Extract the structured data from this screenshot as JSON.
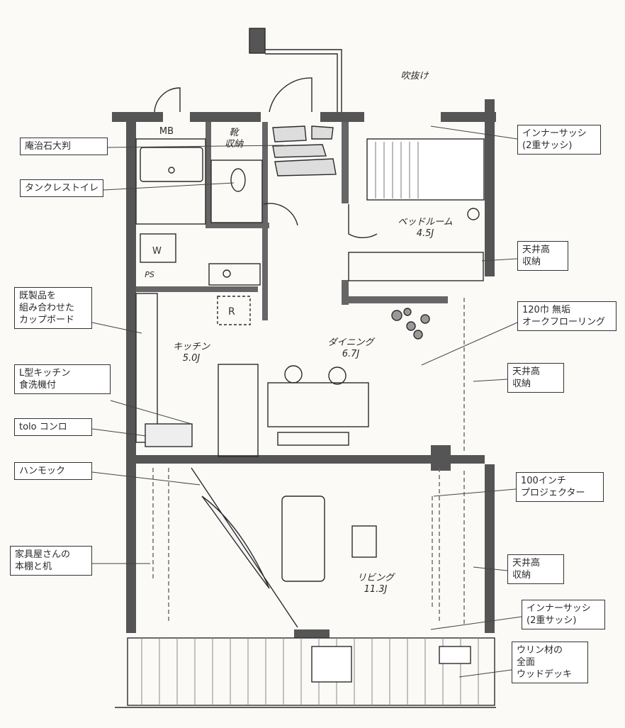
{
  "title": "吹抜け",
  "rooms": {
    "mb": "MB",
    "shoe": "靴\n収納",
    "w": "W",
    "ps": "PS",
    "r": "R",
    "bed": "ベッドルーム\n4.5J",
    "kitchen": "キッチン\n5.0J",
    "dining": "ダイニング\n6.7J",
    "living": "リビング\n11.3J"
  },
  "labels_left": [
    "庵治石大判",
    "タンクレストイレ",
    "既製品を\n組み合わせた\nカップボード",
    "L型キッチン\n食洗機付",
    "tolo コンロ",
    "ハンモック",
    "家具屋さんの\n本棚と机"
  ],
  "labels_right": [
    "インナーサッシ\n(2重サッシ)",
    "天井高\n収納",
    "120巾 無垢\nオークフローリング",
    "天井高\n収納",
    "100インチ\nプロジェクター",
    "天井高\n収納",
    "インナーサッシ\n(2重サッシ)",
    "ウリン材の\n全面\nウッドデッキ"
  ]
}
